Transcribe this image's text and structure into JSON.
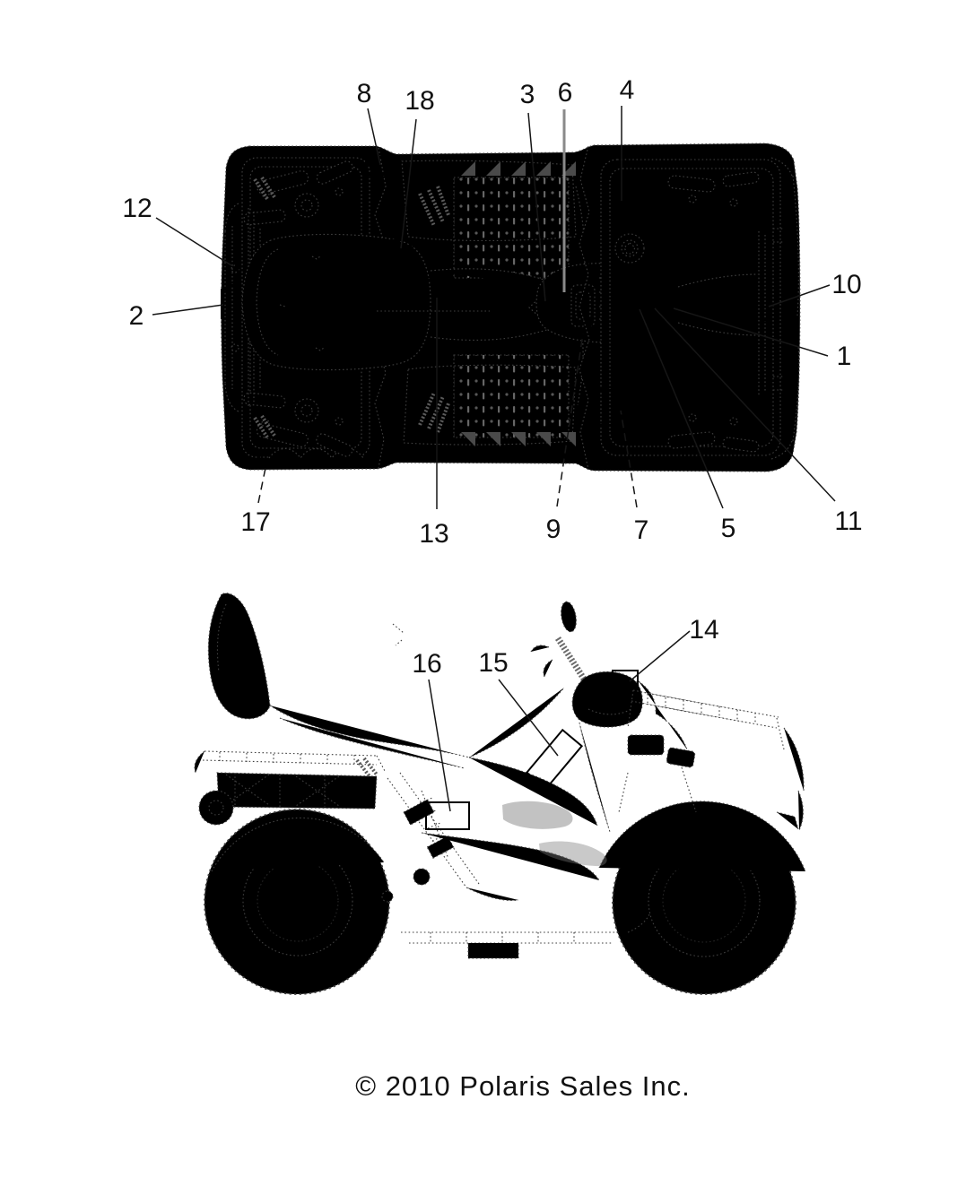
{
  "diagram": {
    "copyright": "© 2010 Polaris Sales Inc."
  },
  "callouts": [
    {
      "label": "1"
    },
    {
      "label": "2"
    },
    {
      "label": "3"
    },
    {
      "label": "4"
    },
    {
      "label": "5"
    },
    {
      "label": "6"
    },
    {
      "label": "7"
    },
    {
      "label": "8"
    },
    {
      "label": "9"
    },
    {
      "label": "10"
    },
    {
      "label": "11"
    },
    {
      "label": "12"
    },
    {
      "label": "13"
    },
    {
      "label": "14"
    },
    {
      "label": "15"
    },
    {
      "label": "16"
    },
    {
      "label": "17"
    },
    {
      "label": "18"
    }
  ]
}
